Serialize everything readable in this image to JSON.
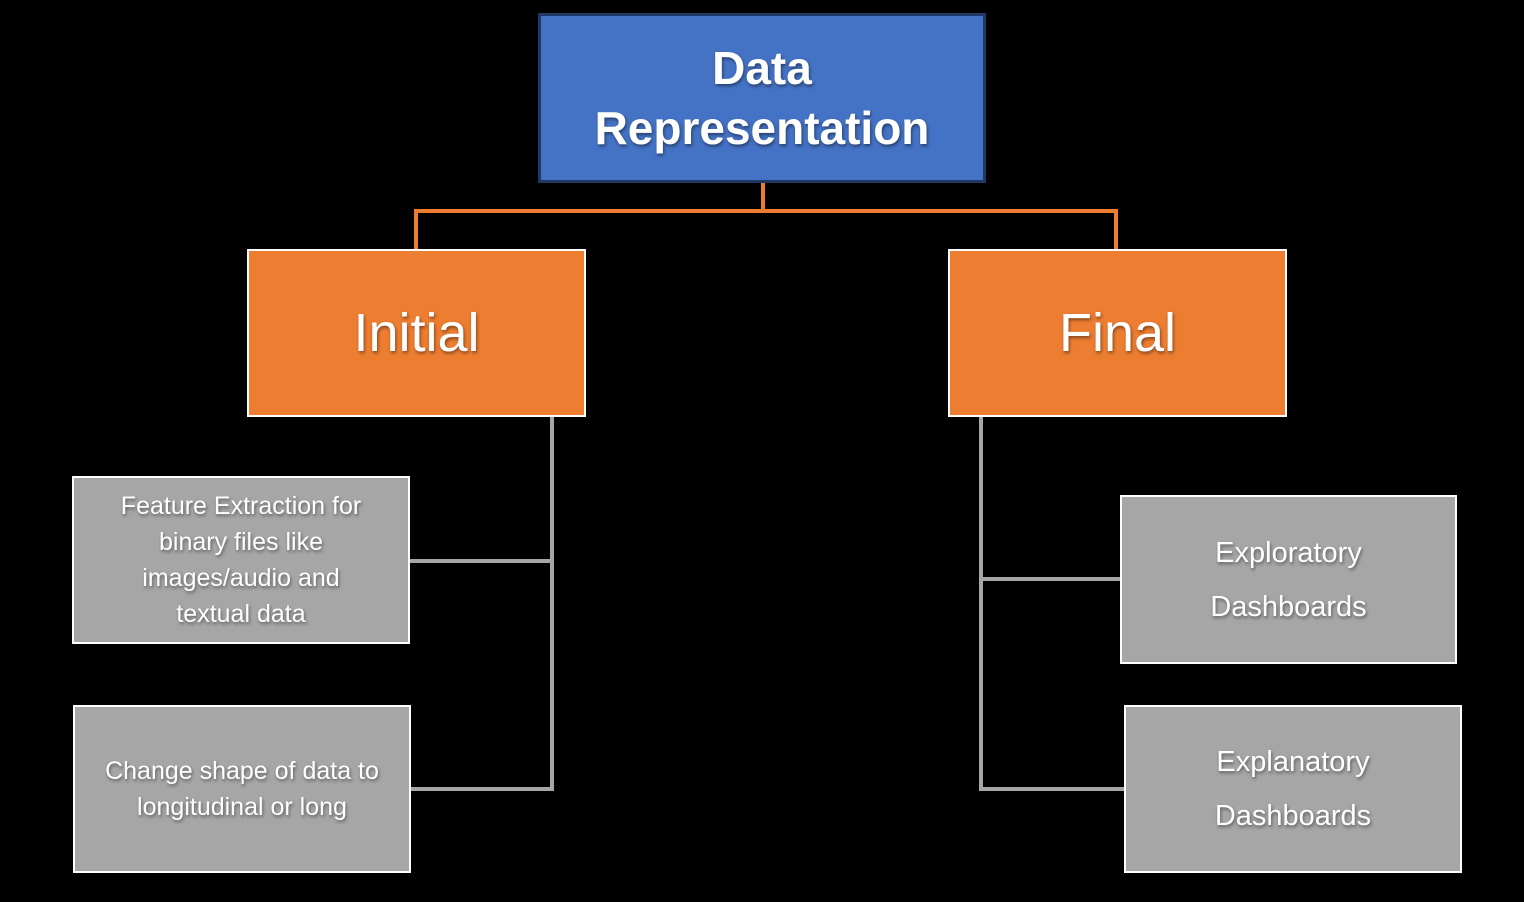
{
  "colors": {
    "background": "#000000",
    "root_fill": "#4472C4",
    "root_border": "#1F3864",
    "stage_fill": "#ED7D31",
    "stage_border": "#FFFFFF",
    "leaf_fill": "#A6A6A6",
    "leaf_border": "#FFFFFF",
    "orange_connector": "#ED7D31",
    "gray_connector": "#A6A6A6",
    "text": "#FFFFFF"
  },
  "diagram": {
    "root": {
      "label": "Data\nRepresentation"
    },
    "branches": [
      {
        "label": "Initial",
        "children": [
          {
            "label": "Feature Extraction for\nbinary files like\nimages/audio and\ntextual data"
          },
          {
            "label": "Change shape of data to\nlongitudinal or long"
          }
        ]
      },
      {
        "label": "Final",
        "children": [
          {
            "label": "Exploratory\nDashboards"
          },
          {
            "label": "Explanatory\nDashboards"
          }
        ]
      }
    ]
  }
}
